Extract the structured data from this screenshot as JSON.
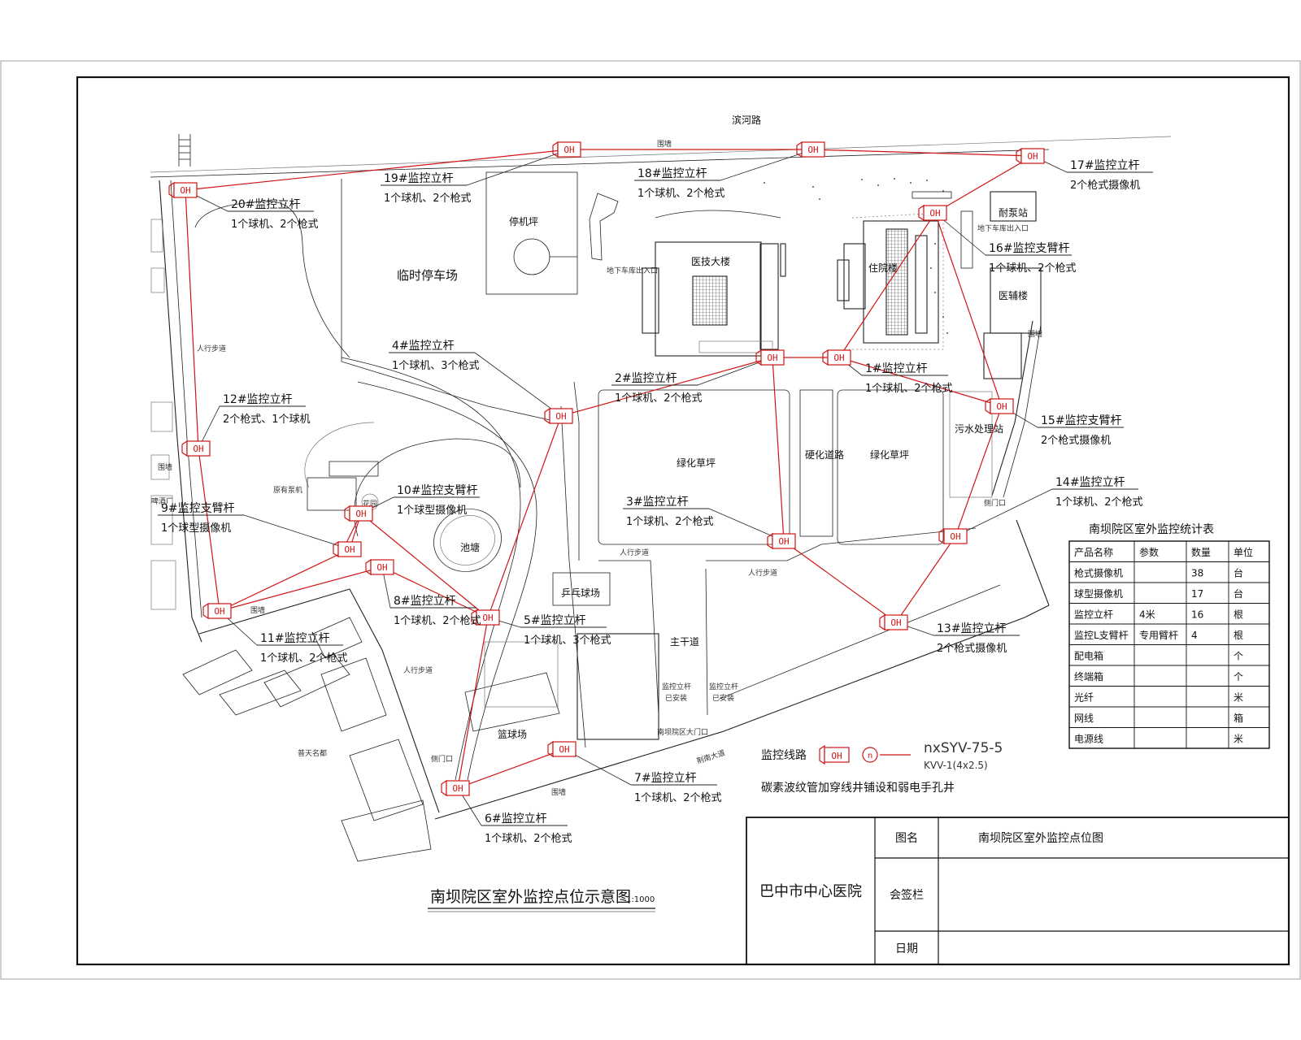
{
  "drawing": {
    "title": "南坝院区室外监控点位示意图",
    "scale": "1:1000"
  },
  "title_block": {
    "org": "巴中市中心医院",
    "name_label": "图名",
    "name_value": "南坝院区室外监控点位图",
    "sign_label": "会签栏",
    "date_label": "日期"
  },
  "legend": {
    "line_label": "监控线路",
    "cable1": "nxSYV-75-5",
    "cable2": "KVV-1(4x2.5)",
    "note": "碳素波纹管加穿线井铺设和弱电手孔井"
  },
  "camera_symbol": "OH",
  "stats_table": {
    "title": "南坝院区室外监控统计表",
    "headers": [
      "产品名称",
      "参数",
      "数量",
      "单位"
    ],
    "rows": [
      [
        "枪式摄像机",
        "",
        "38",
        "台"
      ],
      [
        "球型摄像机",
        "",
        "17",
        "台"
      ],
      [
        "监控立杆",
        "4米",
        "16",
        "根"
      ],
      [
        "监控L支臂杆",
        "专用臂杆",
        "4",
        "根"
      ],
      [
        "配电箱",
        "",
        "",
        "个"
      ],
      [
        "终端箱",
        "",
        "",
        "个"
      ],
      [
        "光纤",
        "",
        "",
        "米"
      ],
      [
        "网线",
        "",
        "",
        "箱"
      ],
      [
        "电源线",
        "",
        "",
        "米"
      ]
    ]
  },
  "points": [
    {
      "title": "1#监控立杆",
      "desc": "1个球机、2个枪式"
    },
    {
      "title": "2#监控立杆",
      "desc": "1个球机、2个枪式"
    },
    {
      "title": "3#监控立杆",
      "desc": "1个球机、2个枪式"
    },
    {
      "title": "4#监控立杆",
      "desc": "1个球机、3个枪式"
    },
    {
      "title": "5#监控立杆",
      "desc": "1个球机、3个枪式"
    },
    {
      "title": "6#监控立杆",
      "desc": "1个球机、2个枪式"
    },
    {
      "title": "7#监控立杆",
      "desc": "1个球机、2个枪式"
    },
    {
      "title": "8#监控立杆",
      "desc": "1个球机、2个枪式"
    },
    {
      "title": "9#监控支臂杆",
      "desc": "1个球型摄像机"
    },
    {
      "title": "10#监控支臂杆",
      "desc": "1个球型摄像机"
    },
    {
      "title": "11#监控立杆",
      "desc": "1个球机、2个枪式"
    },
    {
      "title": "12#监控立杆",
      "desc": "2个枪式、1个球机"
    },
    {
      "title": "13#监控立杆",
      "desc": "2个枪式摄像机"
    },
    {
      "title": "14#监控立杆",
      "desc": "1个球机、2个枪式"
    },
    {
      "title": "15#监控支臂杆",
      "desc": "2个枪式摄像机"
    },
    {
      "title": "16#监控支臂杆",
      "desc": "1个球机、2个枪式"
    },
    {
      "title": "17#监控立杆",
      "desc": "2个枪式摄像机"
    },
    {
      "title": "18#监控立杆",
      "desc": "1个球机、2个枪式"
    },
    {
      "title": "19#监控立杆",
      "desc": "1个球机、2个枪式"
    },
    {
      "title": "20#监控立杆",
      "desc": "1个球机、2个枪式"
    }
  ],
  "map_labels": {
    "binhe_road": "滨河路",
    "weiqiang": "围墙",
    "temp_parking": "临时停车场",
    "heliport": "停机坪",
    "tech_building": "医技大楼",
    "inpatient": "住院楼",
    "medical_building": "医辅楼",
    "pump_station": "耐泵站",
    "sewage": "污水处理站",
    "green1": "绿化草坪",
    "hard_road": "硬化道路",
    "green2": "绿化草坪",
    "pond": "池塘",
    "garden": "花园",
    "pingpong": "乒乓球场",
    "basketball": "篮球场",
    "main_road": "主干道",
    "gate": "南坝院区大门口",
    "pole_existing1": "监控立杆",
    "pole_existing1b": "已安装",
    "pole_existing2": "监控立杆",
    "pole_existing2b": "已安装",
    "side_gate1": "侧门口",
    "side_gate2": "侧门口",
    "sidewalk": "人行步道",
    "jingnan": "荆南大道",
    "community": "普天名都",
    "original_room": "原有泵机",
    "winery": "啤酒厂",
    "underground_entry": "地下车库出入口",
    "weiqiang_left": "围墙"
  }
}
